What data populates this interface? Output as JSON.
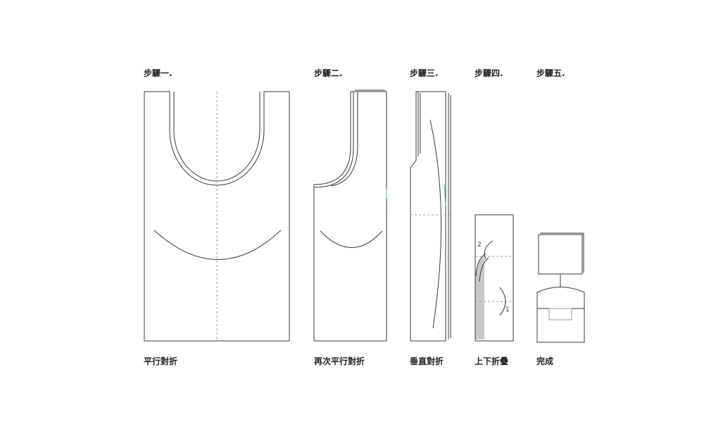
{
  "steps": [
    {
      "title": "步驟一.",
      "caption": "平行對折"
    },
    {
      "title": "步驟二.",
      "caption": "再次平行對折"
    },
    {
      "title": "步驟三.",
      "caption": "垂直對折"
    },
    {
      "title": "步驟四.",
      "caption": "上下折疊"
    },
    {
      "title": "步驟五.",
      "caption": "完成"
    }
  ],
  "step4_markers": [
    "2",
    "1"
  ],
  "colors": {
    "line": "#3a3a3a",
    "dash": "#9a9a9a",
    "shade": "#c8c8c8",
    "accent": "#4cc0a8"
  }
}
